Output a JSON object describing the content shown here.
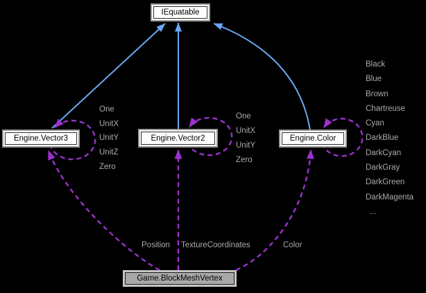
{
  "nodes": {
    "iequatable": {
      "label": "IEquatable"
    },
    "vector3": {
      "label": "Engine.Vector3",
      "fields": [
        "One",
        "UnitX",
        "UnitY",
        "UnitZ",
        "Zero"
      ]
    },
    "vector2": {
      "label": "Engine.Vector2",
      "fields": [
        "One",
        "UnitX",
        "UnitY",
        "Zero"
      ]
    },
    "color": {
      "label": "Engine.Color",
      "fields": [
        "Black",
        "Blue",
        "Brown",
        "Chartreuse",
        "Cyan",
        "DarkBlue",
        "DarkCyan",
        "DarkGray",
        "DarkGreen",
        "DarkMagenta",
        "..."
      ]
    },
    "blockmeshvertex": {
      "label": "Game.BlockMeshVertex"
    }
  },
  "relations": {
    "inheritance": [
      {
        "from": "Engine.Vector3",
        "to": "IEquatable"
      },
      {
        "from": "Engine.Vector2",
        "to": "IEquatable"
      },
      {
        "from": "Engine.Color",
        "to": "IEquatable"
      }
    ],
    "usage": [
      {
        "from": "Game.BlockMeshVertex",
        "to": "Engine.Vector3",
        "label": "Position"
      },
      {
        "from": "Game.BlockMeshVertex",
        "to": "Engine.Vector2",
        "label": "TextureCoordinates"
      },
      {
        "from": "Game.BlockMeshVertex",
        "to": "Engine.Color",
        "label": "Color"
      }
    ]
  },
  "colors": {
    "background": "#000000",
    "inheritance_edge": "#6aa9f5",
    "usage_edge": "#9a32cd",
    "field_label": "#ababab",
    "node_fill": "#ffffff",
    "node_text": "#000000",
    "highlight_node_fill": "#a8a8a8"
  }
}
